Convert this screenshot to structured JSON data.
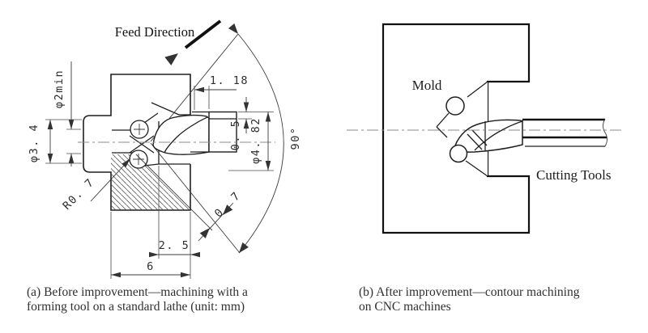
{
  "figure_a": {
    "feed_direction": "Feed Direction",
    "dims": {
      "bore": "φ2min",
      "boss": "φ3. 4",
      "radius": "R0. 7",
      "step": "1. 18",
      "insert_step": "0. 5",
      "tool_dia": "φ4. 82",
      "angle": "90°",
      "offset": "0. 7",
      "width_inner": "2. 5",
      "width_outer": "6"
    },
    "caption_line1": "(a) Before improvement—machining with a",
    "caption_line2": "forming tool on a standard lathe (unit: mm)"
  },
  "figure_b": {
    "mold": "Mold",
    "cutting_tools": "Cutting Tools",
    "caption_line1": "(b) After improvement—contour machining",
    "caption_line2": "on CNC machines"
  }
}
